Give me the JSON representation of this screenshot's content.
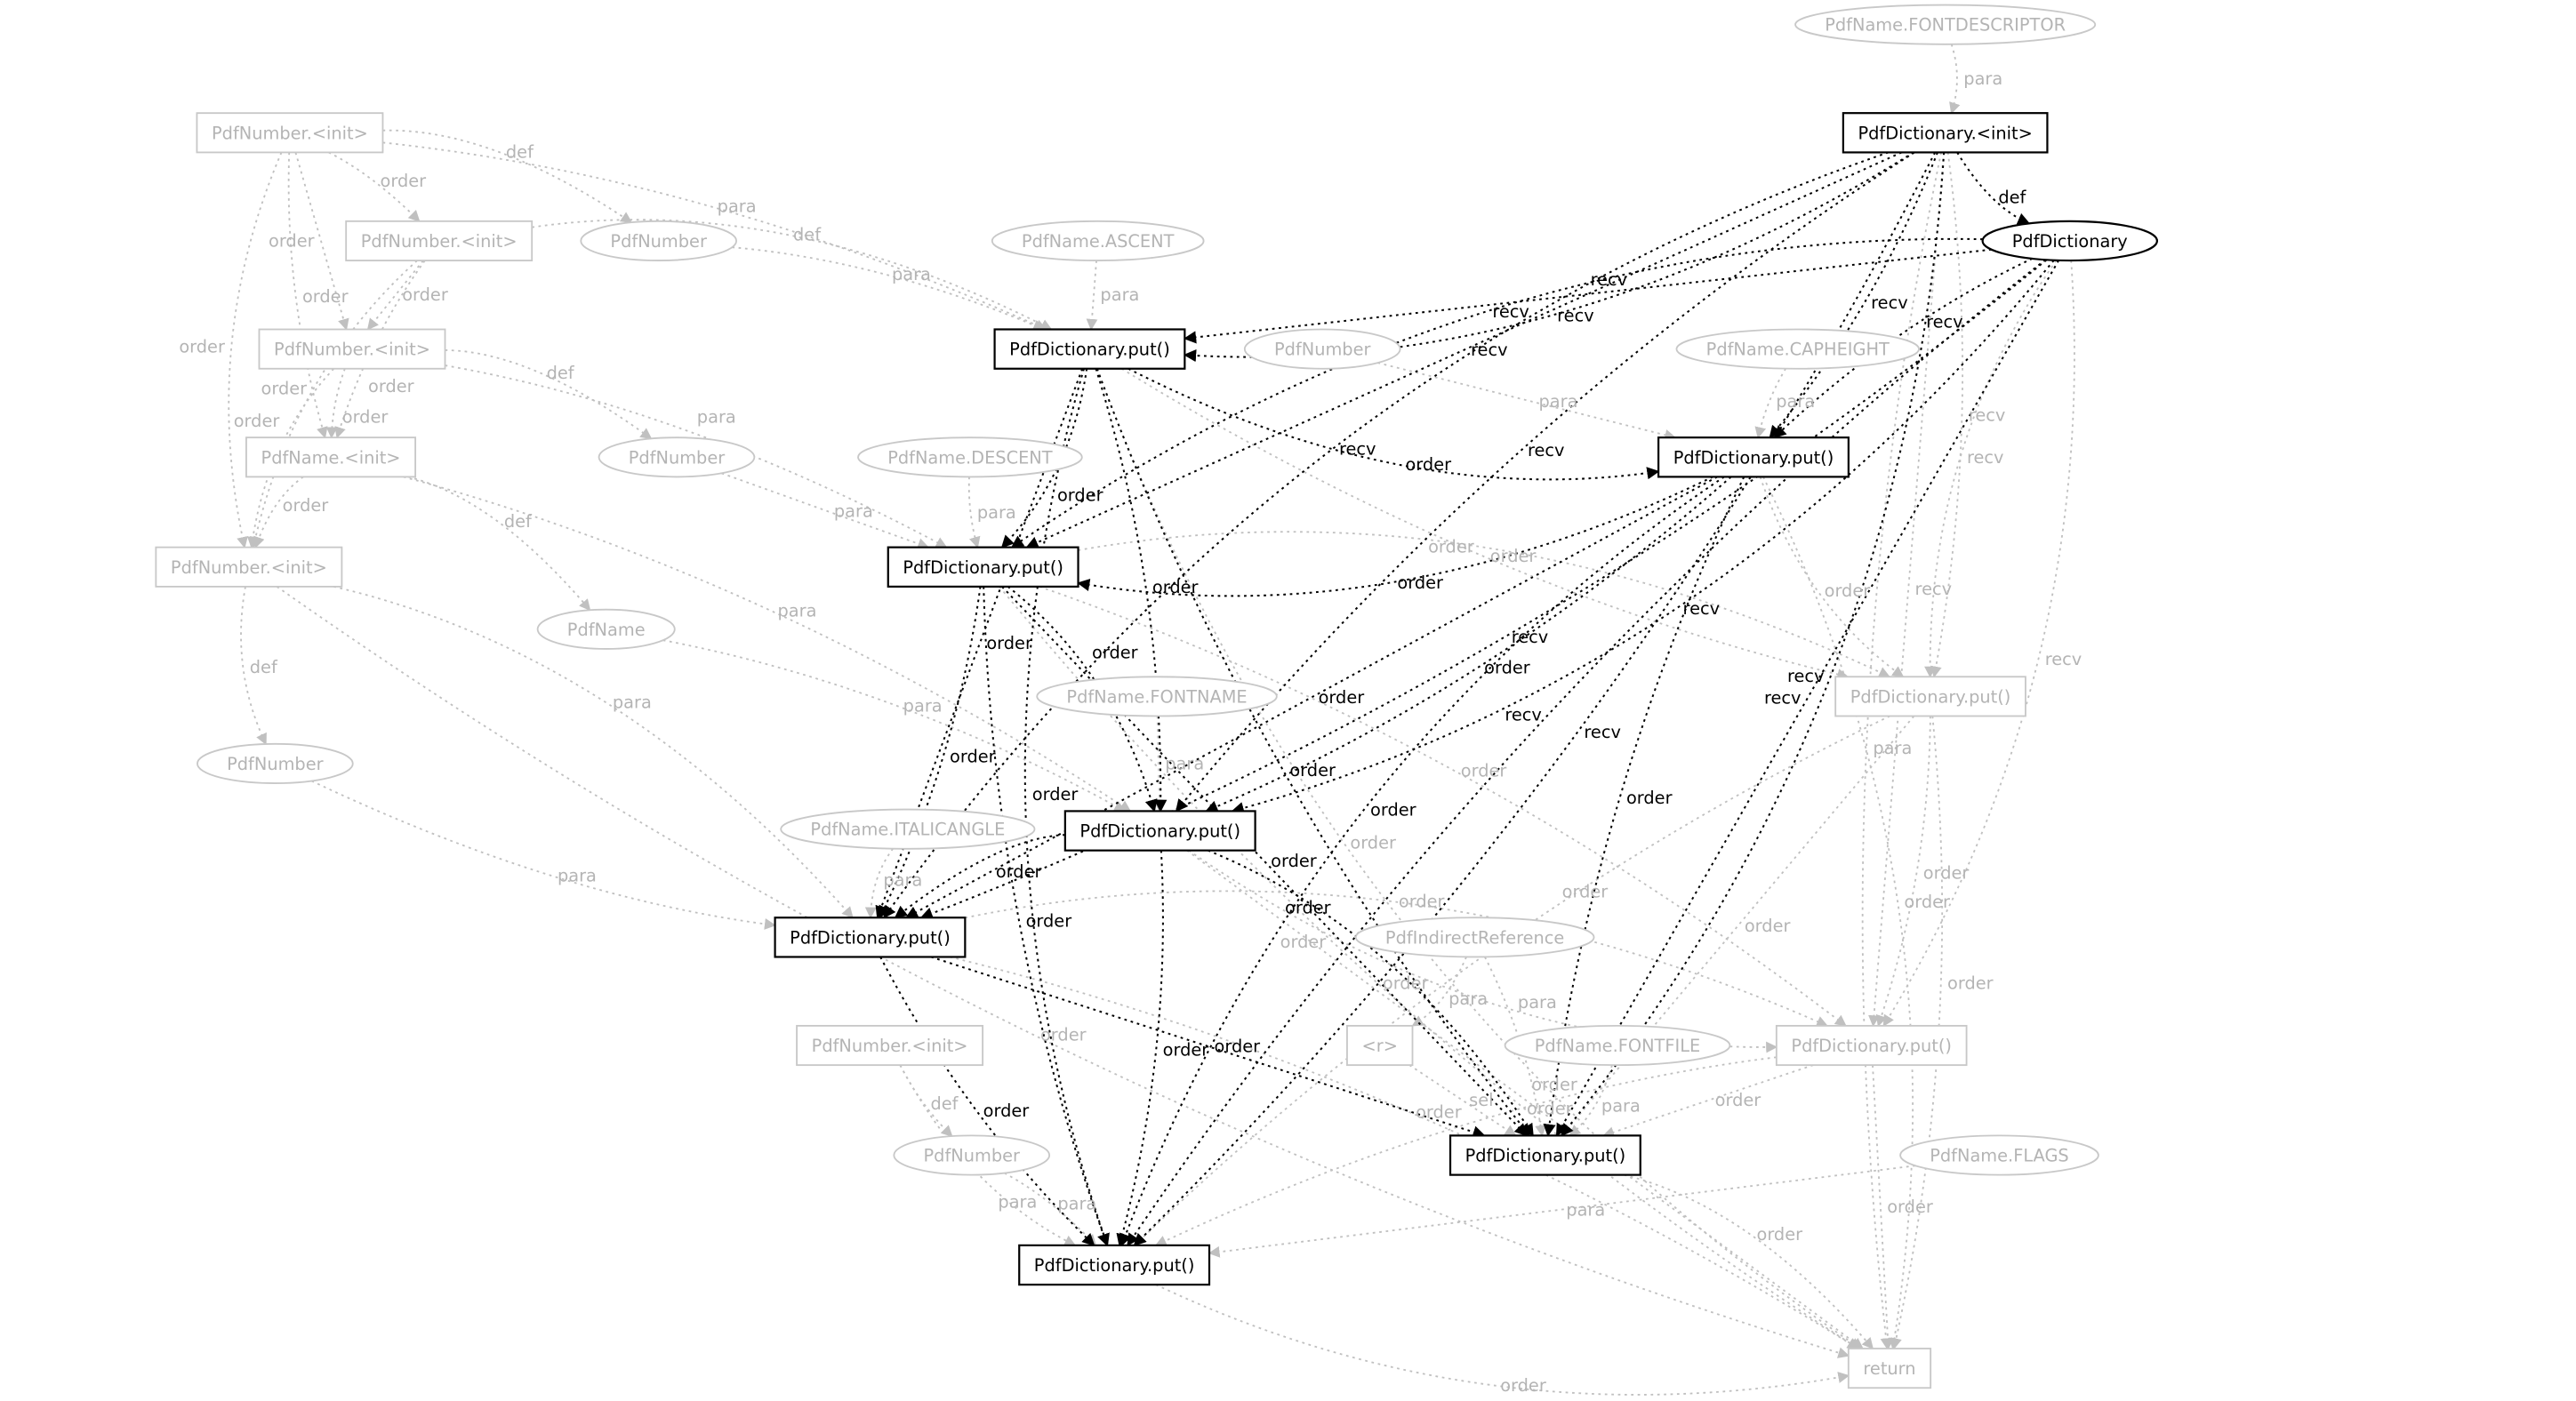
{
  "graph": {
    "colors": {
      "active": "#000000",
      "inactive": "#c0c0c0",
      "inactive_text": "#b4b4b4",
      "background": "#ffffff"
    },
    "nodes": [
      {
        "id": "n1",
        "label": "PdfName.FONTDESCRIPTOR",
        "shape": "ellipse",
        "tone": "inactive"
      },
      {
        "id": "n2",
        "label": "PdfDictionary.<init>",
        "shape": "box",
        "tone": "active"
      },
      {
        "id": "n3",
        "label": "PdfNumber.<init>",
        "shape": "box",
        "tone": "inactive"
      },
      {
        "id": "n4",
        "label": "PdfDictionary",
        "shape": "ellipse",
        "tone": "active"
      },
      {
        "id": "n5",
        "label": "PdfNumber.<init>",
        "shape": "box",
        "tone": "inactive"
      },
      {
        "id": "n6",
        "label": "PdfNumber",
        "shape": "ellipse",
        "tone": "inactive"
      },
      {
        "id": "n7",
        "label": "PdfName.ASCENT",
        "shape": "ellipse",
        "tone": "inactive"
      },
      {
        "id": "n8",
        "label": "PdfNumber.<init>",
        "shape": "box",
        "tone": "inactive"
      },
      {
        "id": "n9",
        "label": "PdfDictionary.put()",
        "shape": "box",
        "tone": "active"
      },
      {
        "id": "n10",
        "label": "PdfNumber",
        "shape": "ellipse",
        "tone": "inactive"
      },
      {
        "id": "n11",
        "label": "PdfName.CAPHEIGHT",
        "shape": "ellipse",
        "tone": "inactive"
      },
      {
        "id": "n12",
        "label": "PdfName.<init>",
        "shape": "box",
        "tone": "inactive"
      },
      {
        "id": "n13",
        "label": "PdfNumber",
        "shape": "ellipse",
        "tone": "inactive"
      },
      {
        "id": "n14",
        "label": "PdfName.DESCENT",
        "shape": "ellipse",
        "tone": "inactive"
      },
      {
        "id": "n15",
        "label": "PdfDictionary.put()",
        "shape": "box",
        "tone": "active"
      },
      {
        "id": "n16",
        "label": "PdfNumber.<init>",
        "shape": "box",
        "tone": "inactive"
      },
      {
        "id": "n17",
        "label": "PdfDictionary.put()",
        "shape": "box",
        "tone": "active"
      },
      {
        "id": "n18",
        "label": "PdfName",
        "shape": "ellipse",
        "tone": "inactive"
      },
      {
        "id": "n19",
        "label": "PdfName.FONTNAME",
        "shape": "ellipse",
        "tone": "inactive"
      },
      {
        "id": "n20",
        "label": "PdfDictionary.put()",
        "shape": "box",
        "tone": "inactive"
      },
      {
        "id": "n21",
        "label": "PdfNumber",
        "shape": "ellipse",
        "tone": "inactive"
      },
      {
        "id": "n22",
        "label": "PdfDictionary.put()",
        "shape": "box",
        "tone": "active"
      },
      {
        "id": "n23",
        "label": "PdfName.ITALICANGLE",
        "shape": "ellipse",
        "tone": "inactive"
      },
      {
        "id": "n24",
        "label": "PdfDictionary.put()",
        "shape": "box",
        "tone": "active"
      },
      {
        "id": "n25",
        "label": "PdfIndirectReference",
        "shape": "ellipse",
        "tone": "inactive"
      },
      {
        "id": "n26",
        "label": "<r>",
        "shape": "box",
        "tone": "inactive"
      },
      {
        "id": "n27",
        "label": "PdfNumber.<init>",
        "shape": "box",
        "tone": "inactive"
      },
      {
        "id": "n28",
        "label": "PdfName.FONTFILE",
        "shape": "ellipse",
        "tone": "inactive"
      },
      {
        "id": "n29",
        "label": "PdfDictionary.put()",
        "shape": "box",
        "tone": "inactive"
      },
      {
        "id": "n30",
        "label": "PdfNumber",
        "shape": "ellipse",
        "tone": "inactive"
      },
      {
        "id": "n31",
        "label": "PdfDictionary.put()",
        "shape": "box",
        "tone": "active"
      },
      {
        "id": "n32",
        "label": "PdfName.FLAGS",
        "shape": "ellipse",
        "tone": "inactive"
      },
      {
        "id": "n33",
        "label": "PdfDictionary.put()",
        "shape": "box",
        "tone": "active"
      },
      {
        "id": "n34",
        "label": "return",
        "shape": "box",
        "tone": "inactive"
      }
    ],
    "edges": [
      {
        "from": "n1",
        "to": "n2",
        "label": "para",
        "tone": "inactive"
      },
      {
        "from": "n3",
        "to": "n5",
        "label": "order",
        "tone": "inactive"
      },
      {
        "from": "n3",
        "to": "n8",
        "label": "order",
        "tone": "inactive"
      },
      {
        "from": "n3",
        "to": "n12",
        "label": "order",
        "tone": "inactive"
      },
      {
        "from": "n3",
        "to": "n16",
        "label": "order",
        "tone": "inactive"
      },
      {
        "from": "n3",
        "to": "n6",
        "label": "def",
        "tone": "inactive"
      },
      {
        "from": "n3",
        "to": "n9",
        "label": "para",
        "tone": "inactive"
      },
      {
        "from": "n5",
        "to": "n8",
        "label": "order",
        "tone": "inactive"
      },
      {
        "from": "n5",
        "to": "n12",
        "label": "order",
        "tone": "inactive"
      },
      {
        "from": "n5",
        "to": "n16",
        "label": "order",
        "tone": "inactive"
      },
      {
        "from": "n5",
        "to": "n9",
        "label": "def",
        "tone": "inactive"
      },
      {
        "from": "n6",
        "to": "n9",
        "label": "para",
        "tone": "inactive"
      },
      {
        "from": "n7",
        "to": "n9",
        "label": "para",
        "tone": "inactive"
      },
      {
        "from": "n8",
        "to": "n12",
        "label": "order",
        "tone": "inactive"
      },
      {
        "from": "n8",
        "to": "n16",
        "label": "order",
        "tone": "inactive"
      },
      {
        "from": "n8",
        "to": "n13",
        "label": "def",
        "tone": "inactive"
      },
      {
        "from": "n8",
        "to": "n17",
        "label": "para",
        "tone": "inactive"
      },
      {
        "from": "n10",
        "to": "n15",
        "label": "para",
        "tone": "inactive"
      },
      {
        "from": "n11",
        "to": "n15",
        "label": "para",
        "tone": "inactive"
      },
      {
        "from": "n12",
        "to": "n16",
        "label": "order",
        "tone": "inactive"
      },
      {
        "from": "n12",
        "to": "n18",
        "label": "def",
        "tone": "inactive"
      },
      {
        "from": "n12",
        "to": "n22",
        "label": "para",
        "tone": "inactive"
      },
      {
        "from": "n13",
        "to": "n17",
        "label": "para",
        "tone": "inactive"
      },
      {
        "from": "n14",
        "to": "n17",
        "label": "para",
        "tone": "inactive"
      },
      {
        "from": "n16",
        "to": "n21",
        "label": "def",
        "tone": "inactive"
      },
      {
        "from": "n16",
        "to": "n24",
        "label": "para",
        "tone": "inactive"
      },
      {
        "from": "n18",
        "to": "n22",
        "label": "para",
        "tone": "inactive"
      },
      {
        "from": "n19",
        "to": "n22",
        "label": "para",
        "tone": "inactive"
      },
      {
        "from": "n21",
        "to": "n24",
        "label": "para",
        "tone": "inactive"
      },
      {
        "from": "n23",
        "to": "n24",
        "label": "para",
        "tone": "inactive"
      },
      {
        "from": "n25",
        "to": "n26",
        "label": "para",
        "tone": "inactive"
      },
      {
        "from": "n25",
        "to": "n31",
        "label": "para",
        "tone": "inactive"
      },
      {
        "from": "n26",
        "to": "n31",
        "label": "sel",
        "tone": "inactive"
      },
      {
        "from": "n27",
        "to": "n30",
        "label": "def",
        "tone": "inactive"
      },
      {
        "from": "n27",
        "to": "n33",
        "label": "para",
        "tone": "inactive"
      },
      {
        "from": "n28",
        "to": "n31",
        "label": "para",
        "tone": "inactive"
      },
      {
        "from": "n30",
        "to": "n33",
        "label": "para",
        "tone": "inactive"
      },
      {
        "from": "n32",
        "to": "n33",
        "label": "para",
        "tone": "inactive"
      },
      {
        "from": "n9",
        "to": "n20",
        "label": "order",
        "tone": "inactive"
      },
      {
        "from": "n15",
        "to": "n20",
        "label": "order",
        "tone": "inactive"
      },
      {
        "from": "n17",
        "to": "n20",
        "label": "order",
        "tone": "inactive"
      },
      {
        "from": "n20",
        "to": "n29",
        "label": "order",
        "tone": "inactive"
      },
      {
        "from": "n20",
        "to": "n31",
        "label": "order",
        "tone": "inactive"
      },
      {
        "from": "n20",
        "to": "n33",
        "label": "order",
        "tone": "inactive"
      },
      {
        "from": "n4",
        "to": "n20",
        "label": "recv",
        "tone": "inactive"
      },
      {
        "from": "n4",
        "to": "n29",
        "label": "recv",
        "tone": "inactive"
      },
      {
        "from": "n2",
        "to": "n20",
        "label": "recv",
        "tone": "inactive"
      },
      {
        "from": "n2",
        "to": "n29",
        "label": "recv",
        "tone": "inactive"
      },
      {
        "from": "n2",
        "to": "n34",
        "label": "para",
        "tone": "inactive"
      },
      {
        "from": "n22",
        "to": "n29",
        "label": "order",
        "tone": "inactive"
      },
      {
        "from": "n24",
        "to": "n29",
        "label": "order",
        "tone": "inactive"
      },
      {
        "from": "n17",
        "to": "n29",
        "label": "order",
        "tone": "inactive"
      },
      {
        "from": "n29",
        "to": "n31",
        "label": "order",
        "tone": "inactive"
      },
      {
        "from": "n29",
        "to": "n33",
        "label": "order",
        "tone": "inactive"
      },
      {
        "from": "n33",
        "to": "n34",
        "label": "order",
        "tone": "inactive"
      },
      {
        "from": "n31",
        "to": "n34",
        "label": "order",
        "tone": "inactive"
      },
      {
        "from": "n24",
        "to": "n34",
        "label": "order",
        "tone": "inactive"
      },
      {
        "from": "n22",
        "to": "n34",
        "label": "order",
        "tone": "inactive"
      },
      {
        "from": "n17",
        "to": "n34",
        "label": "order",
        "tone": "inactive"
      },
      {
        "from": "n9",
        "to": "n34",
        "label": "order",
        "tone": "inactive"
      },
      {
        "from": "n15",
        "to": "n34",
        "label": "order",
        "tone": "inactive"
      },
      {
        "from": "n20",
        "to": "n34",
        "label": "order",
        "tone": "inactive"
      },
      {
        "from": "n29",
        "to": "n34",
        "label": "order",
        "tone": "inactive"
      },
      {
        "from": "n16",
        "to": "n34",
        "label": "order",
        "tone": "inactive"
      },
      {
        "from": "n2",
        "to": "n4",
        "label": "def",
        "tone": "active"
      },
      {
        "from": "n2",
        "to": "n9",
        "label": "recv",
        "tone": "active"
      },
      {
        "from": "n2",
        "to": "n15",
        "label": "recv",
        "tone": "active"
      },
      {
        "from": "n2",
        "to": "n17",
        "label": "recv",
        "tone": "active"
      },
      {
        "from": "n2",
        "to": "n22",
        "label": "recv",
        "tone": "active"
      },
      {
        "from": "n2",
        "to": "n24",
        "label": "recv",
        "tone": "active"
      },
      {
        "from": "n2",
        "to": "n31",
        "label": "recv",
        "tone": "active"
      },
      {
        "from": "n2",
        "to": "n33",
        "label": "recv",
        "tone": "active"
      },
      {
        "from": "n4",
        "to": "n9",
        "label": "recv",
        "tone": "active"
      },
      {
        "from": "n4",
        "to": "n15",
        "label": "recv",
        "tone": "active"
      },
      {
        "from": "n4",
        "to": "n17",
        "label": "recv",
        "tone": "active"
      },
      {
        "from": "n4",
        "to": "n22",
        "label": "recv",
        "tone": "active"
      },
      {
        "from": "n4",
        "to": "n24",
        "label": "recv",
        "tone": "active"
      },
      {
        "from": "n4",
        "to": "n31",
        "label": "recv",
        "tone": "active"
      },
      {
        "from": "n4",
        "to": "n33",
        "label": "recv",
        "tone": "active"
      },
      {
        "from": "n9",
        "to": "n15",
        "label": "order",
        "tone": "active"
      },
      {
        "from": "n9",
        "to": "n17",
        "label": "order",
        "tone": "active"
      },
      {
        "from": "n9",
        "to": "n22",
        "label": "order",
        "tone": "active"
      },
      {
        "from": "n9",
        "to": "n24",
        "label": "order",
        "tone": "active"
      },
      {
        "from": "n9",
        "to": "n31",
        "label": "order",
        "tone": "active"
      },
      {
        "from": "n9",
        "to": "n33",
        "label": "order",
        "tone": "active"
      },
      {
        "from": "n15",
        "to": "n17",
        "label": "order",
        "tone": "active"
      },
      {
        "from": "n15",
        "to": "n22",
        "label": "order",
        "tone": "active"
      },
      {
        "from": "n15",
        "to": "n24",
        "label": "order",
        "tone": "active"
      },
      {
        "from": "n15",
        "to": "n31",
        "label": "order",
        "tone": "active"
      },
      {
        "from": "n15",
        "to": "n33",
        "label": "order",
        "tone": "active"
      },
      {
        "from": "n17",
        "to": "n22",
        "label": "order",
        "tone": "active"
      },
      {
        "from": "n17",
        "to": "n24",
        "label": "order",
        "tone": "active"
      },
      {
        "from": "n17",
        "to": "n31",
        "label": "order",
        "tone": "active"
      },
      {
        "from": "n17",
        "to": "n33",
        "label": "order",
        "tone": "active"
      },
      {
        "from": "n22",
        "to": "n24",
        "label": "order",
        "tone": "active"
      },
      {
        "from": "n22",
        "to": "n31",
        "label": "order",
        "tone": "active"
      },
      {
        "from": "n22",
        "to": "n33",
        "label": "order",
        "tone": "active"
      },
      {
        "from": "n24",
        "to": "n31",
        "label": "order",
        "tone": "active"
      },
      {
        "from": "n24",
        "to": "n33",
        "label": "order",
        "tone": "active"
      }
    ]
  }
}
